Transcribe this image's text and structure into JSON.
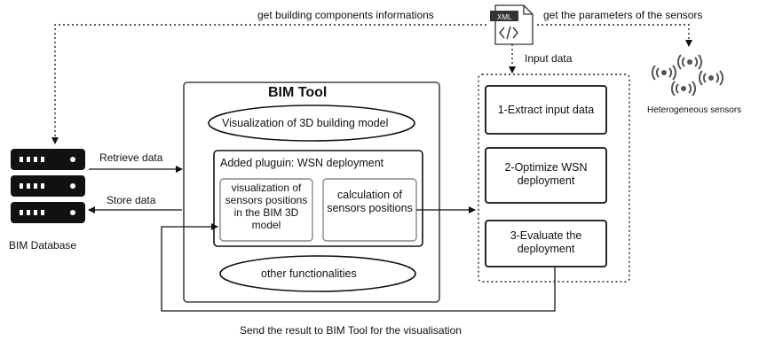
{
  "top_left_label": "get building components informations",
  "top_right_label": "get the parameters of the sensors",
  "xml_icon": {
    "label": "XML",
    "symbol": "</>"
  },
  "input_data_label": "Input data",
  "sensors_label": "Heterogeneous sensors",
  "database_label": "BIM Database",
  "retrieve_label": "Retrieve data",
  "store_label": "Store data",
  "bim_tool": {
    "title": "BIM Tool",
    "viz_3d": "Visualization of 3D building model",
    "plugin_title": "Added pluguin: WSN deployment",
    "viz_sensors": "visualization of sensors positions in  the BIM 3D model",
    "calc_positions": "calculation of sensors positions",
    "other": "other functionalities"
  },
  "steps": [
    {
      "label": "1-Extract input data"
    },
    {
      "label": "2-Optimize WSN deployment"
    },
    {
      "label": "3-Evaluate the deployment"
    }
  ],
  "bottom_label": "Send the result to BIM Tool for the visualisation"
}
